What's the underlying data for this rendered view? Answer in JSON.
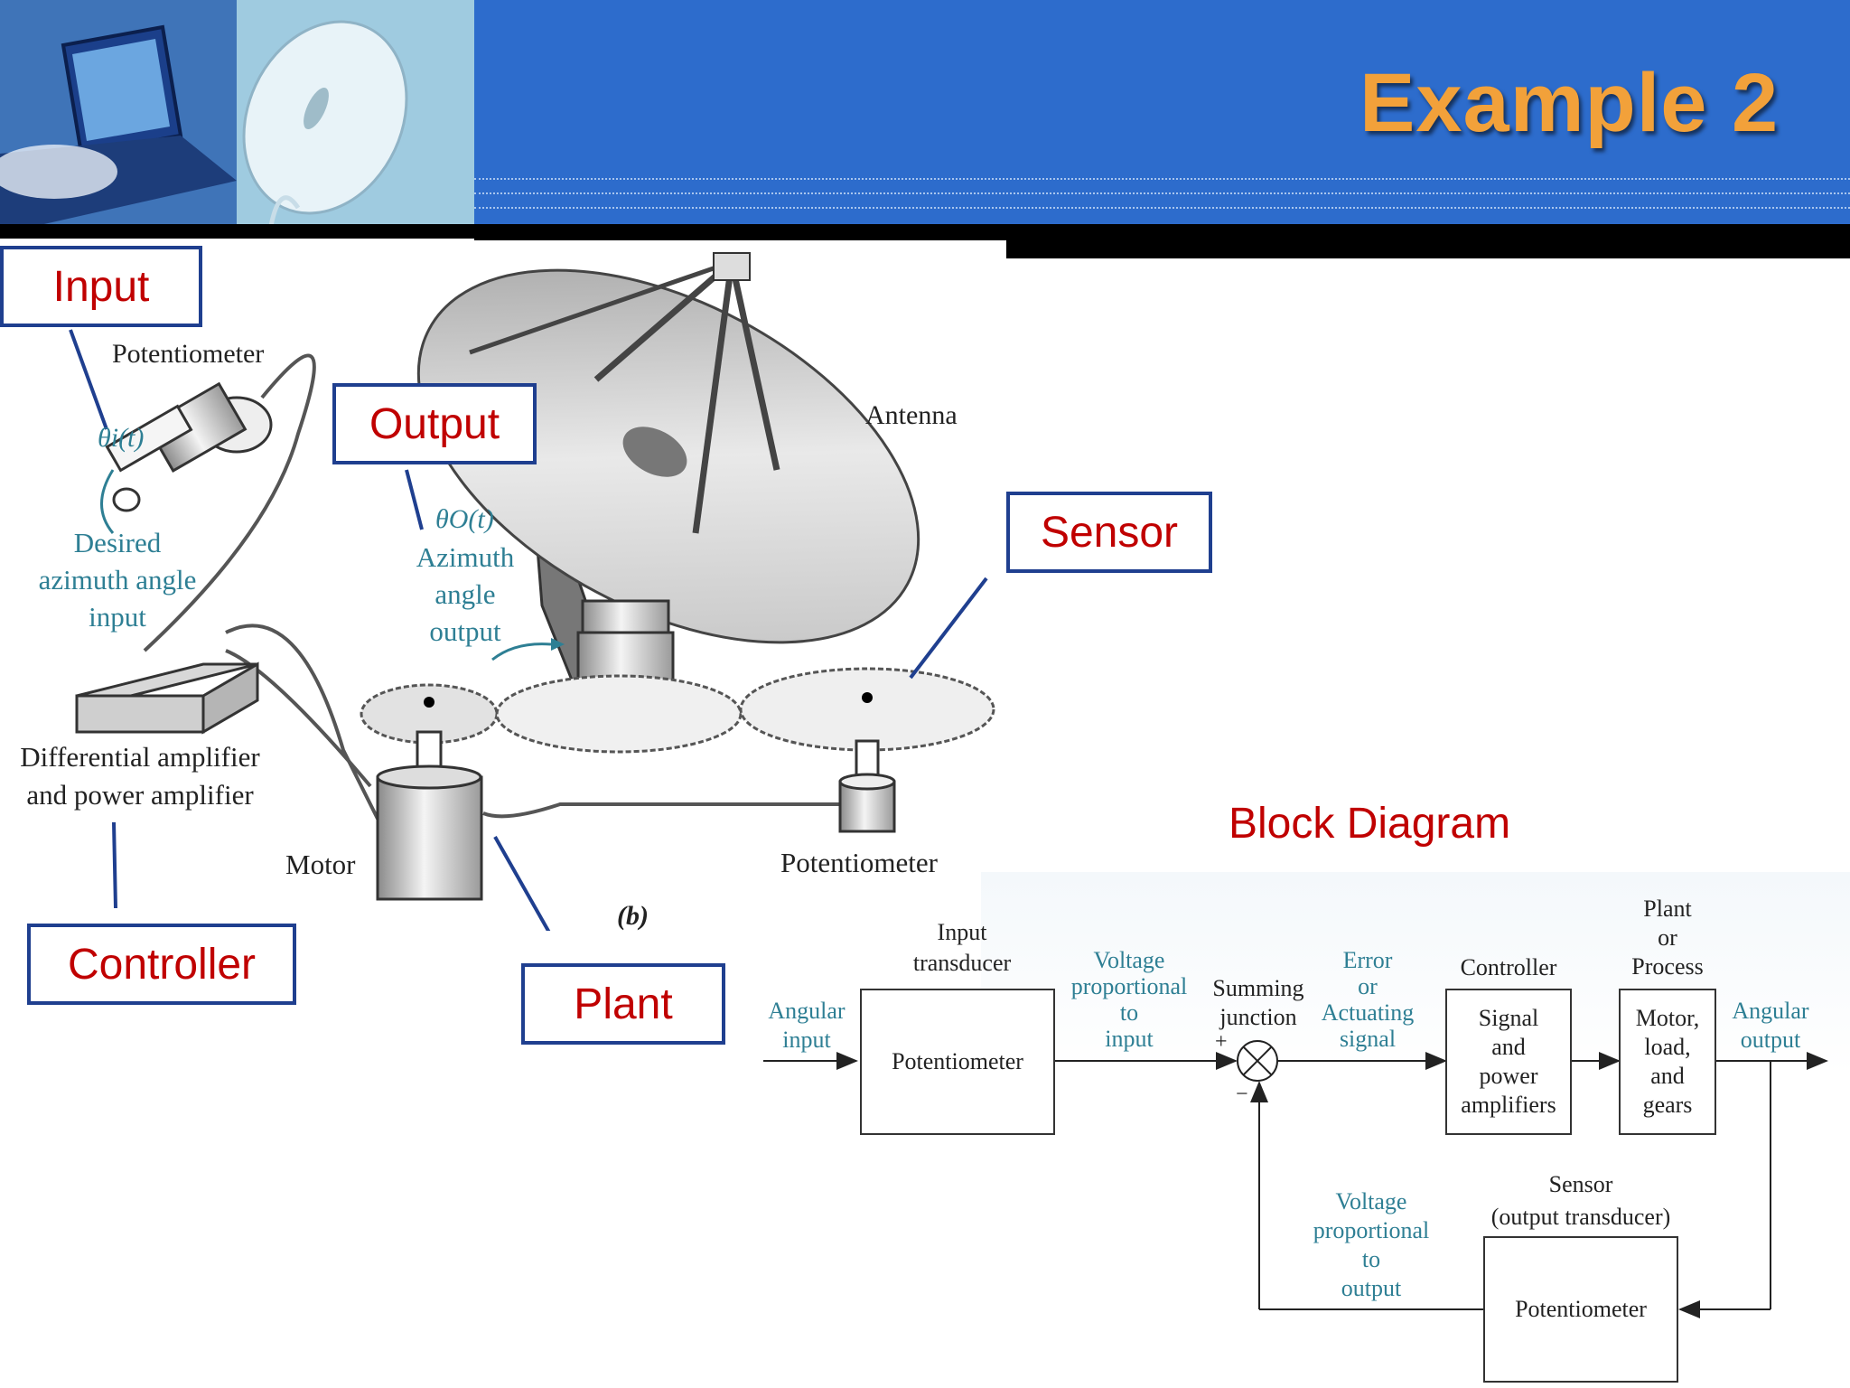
{
  "header": {
    "title": "Example 2"
  },
  "callouts": {
    "input": "Input",
    "output": "Output",
    "sensor": "Sensor",
    "controller": "Controller",
    "plant": "Plant"
  },
  "illustration": {
    "potentiometer_top": "Potentiometer",
    "theta_i": "θi(t)",
    "desired_line1": "Desired",
    "desired_line2": "azimuth angle",
    "desired_line3": "input",
    "theta_o": "θO(t)",
    "azimuth_line1": "Azimuth",
    "azimuth_line2": "angle",
    "azimuth_line3": "output",
    "antenna": "Antenna",
    "amp_line1": "Differential amplifier",
    "amp_line2": "and power amplifier",
    "motor": "Motor",
    "potentiometer_bottom": "Potentiometer",
    "figure_label": "(b)"
  },
  "block_diagram": {
    "title": "Block Diagram",
    "angular_input": [
      "Angular",
      "input"
    ],
    "input_transducer": [
      "Input",
      "transducer"
    ],
    "potentiometer_block": "Potentiometer",
    "voltage_to_input": [
      "Voltage",
      "proportional",
      "to",
      "input"
    ],
    "summing_junction": [
      "Summing",
      "junction"
    ],
    "plus": "+",
    "minus": "−",
    "error_signal": [
      "Error",
      "or",
      "Actuating",
      "signal"
    ],
    "controller_label": "Controller",
    "controller_block": [
      "Signal",
      "and",
      "power",
      "amplifiers"
    ],
    "plant_label": [
      "Plant",
      "or",
      "Process"
    ],
    "plant_block": [
      "Motor,",
      "load,",
      "and",
      "gears"
    ],
    "angular_output": [
      "Angular",
      "output"
    ],
    "sensor_label": [
      "Sensor",
      "(output transducer)"
    ],
    "sensor_block": "Potentiometer",
    "voltage_to_output": [
      "Voltage",
      "proportional",
      "to",
      "output"
    ]
  }
}
